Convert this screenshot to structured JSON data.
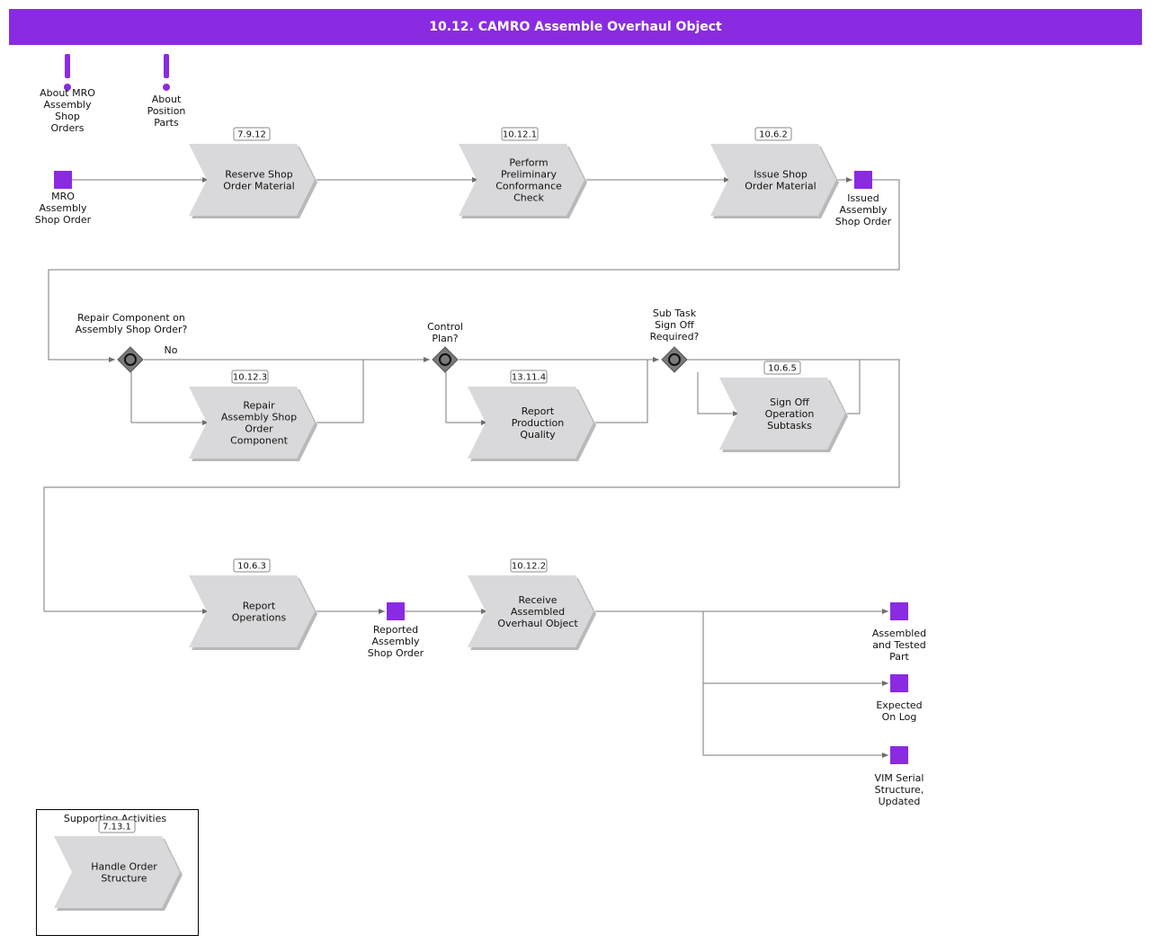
{
  "title": "10.12. CAMRO Assemble Overhaul Object",
  "colors": {
    "accent": "#8a2be2",
    "activity": "#d9d9db",
    "activity_shadow": "#b9b9bb",
    "gateway": "#7a7a7a",
    "connector": "#7a7a7a"
  },
  "notes": {
    "about_mro": [
      "About MRO",
      "Assembly",
      "Shop",
      "Orders"
    ],
    "about_position": [
      "About",
      "Position",
      "Parts"
    ]
  },
  "activities": {
    "reserve": {
      "ref": "7.9.12",
      "lines": [
        "Reserve Shop",
        "Order Material"
      ]
    },
    "conformance": {
      "ref": "10.12.1",
      "lines": [
        "Perform",
        "Preliminary",
        "Conformance",
        "Check"
      ]
    },
    "issue": {
      "ref": "10.6.2",
      "lines": [
        "Issue Shop",
        "Order Material"
      ]
    },
    "repair": {
      "ref": "10.12.3",
      "lines": [
        "Repair",
        "Assembly Shop",
        "Order",
        "Component"
      ]
    },
    "quality": {
      "ref": "13.11.4",
      "lines": [
        "Report",
        "Production",
        "Quality"
      ]
    },
    "signoff": {
      "ref": "10.6.5",
      "lines": [
        "Sign Off",
        "Operation",
        "Subtasks"
      ]
    },
    "operations": {
      "ref": "10.6.3",
      "lines": [
        "Report",
        "Operations"
      ]
    },
    "receive": {
      "ref": "10.12.2",
      "lines": [
        "Receive",
        "Assembled",
        "Overhaul Object"
      ]
    },
    "handle": {
      "ref": "7.13.1",
      "lines": [
        "Handle Order",
        "Structure"
      ]
    }
  },
  "events": {
    "mro_order": [
      "MRO",
      "Assembly",
      "Shop Order"
    ],
    "issued_order": [
      "Issued",
      "Assembly",
      "Shop Order"
    ],
    "reported_order": [
      "Reported",
      "Assembly",
      "Shop Order"
    ],
    "assembled_part": [
      "Assembled",
      "and Tested",
      "Part"
    ],
    "expected_log": [
      "Expected",
      "On Log"
    ],
    "vim_serial": [
      "VIM Serial",
      "Structure,",
      "Updated"
    ]
  },
  "gateways": {
    "repair_q": {
      "question": [
        "Repair Component on",
        "Assembly Shop Order?"
      ],
      "branch": "No"
    },
    "control_q": {
      "question": [
        "Control",
        "Plan?"
      ]
    },
    "subtask_q": {
      "question": [
        "Sub Task",
        "Sign Off",
        "Required?"
      ]
    }
  },
  "supporting": {
    "title": "Supporting Activities"
  }
}
